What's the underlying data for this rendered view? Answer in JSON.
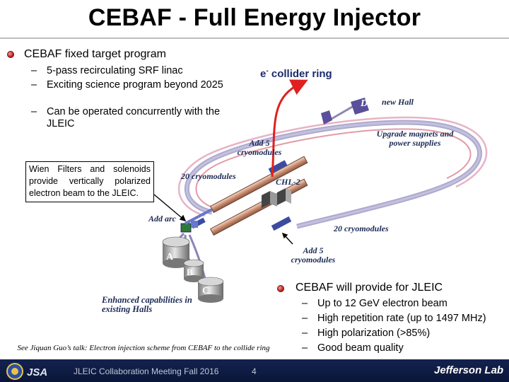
{
  "title": "CEBAF - Full Energy Injector",
  "bullet1": {
    "text": "CEBAF fixed target program",
    "subs": [
      "5-pass recirculating SRF linac",
      "Exciting science program beyond 2025",
      "Can be operated concurrently with the JLEIC"
    ]
  },
  "collider_label": {
    "text": "e",
    "sup": "-",
    "rest": " collider ring"
  },
  "note_box": "Wien Filters and solenoids provide vertically polarized electron beam to the JLEIC.",
  "diagram_labels": {
    "new_hall": "new Hall",
    "d": "D",
    "upgrade": "Upgrade magnets and power supplies",
    "add5_top": "Add 5 cryomodules",
    "cryo20_left": "20 cryomodules",
    "chl2": "CHL-2",
    "add_arc": "Add arc",
    "cryo20_right": "20 cryomodules",
    "add5_bottom": "Add 5 cryomodules",
    "hall_a": "A",
    "hall_b": "B",
    "hall_c": "C",
    "enhanced": "Enhanced capabilities in existing Halls"
  },
  "bullet2": {
    "text": "CEBAF will provide for JLEIC",
    "subs": [
      "Up to 12 GeV electron beam",
      "High repetition rate (up to 1497 MHz)",
      "High polarization (>85%)",
      "Good beam quality"
    ]
  },
  "reference": "See Jiquan Guo’s talk: Electron injection scheme from CEBAF to the collide ring",
  "footer": {
    "meeting": "JLEIC Collaboration Meeting Fall 2016",
    "page": "4",
    "lab": "Jefferson Lab"
  },
  "colors": {
    "arrow": "#e02020",
    "footer": "#14224f",
    "bullet": "#b01818"
  }
}
